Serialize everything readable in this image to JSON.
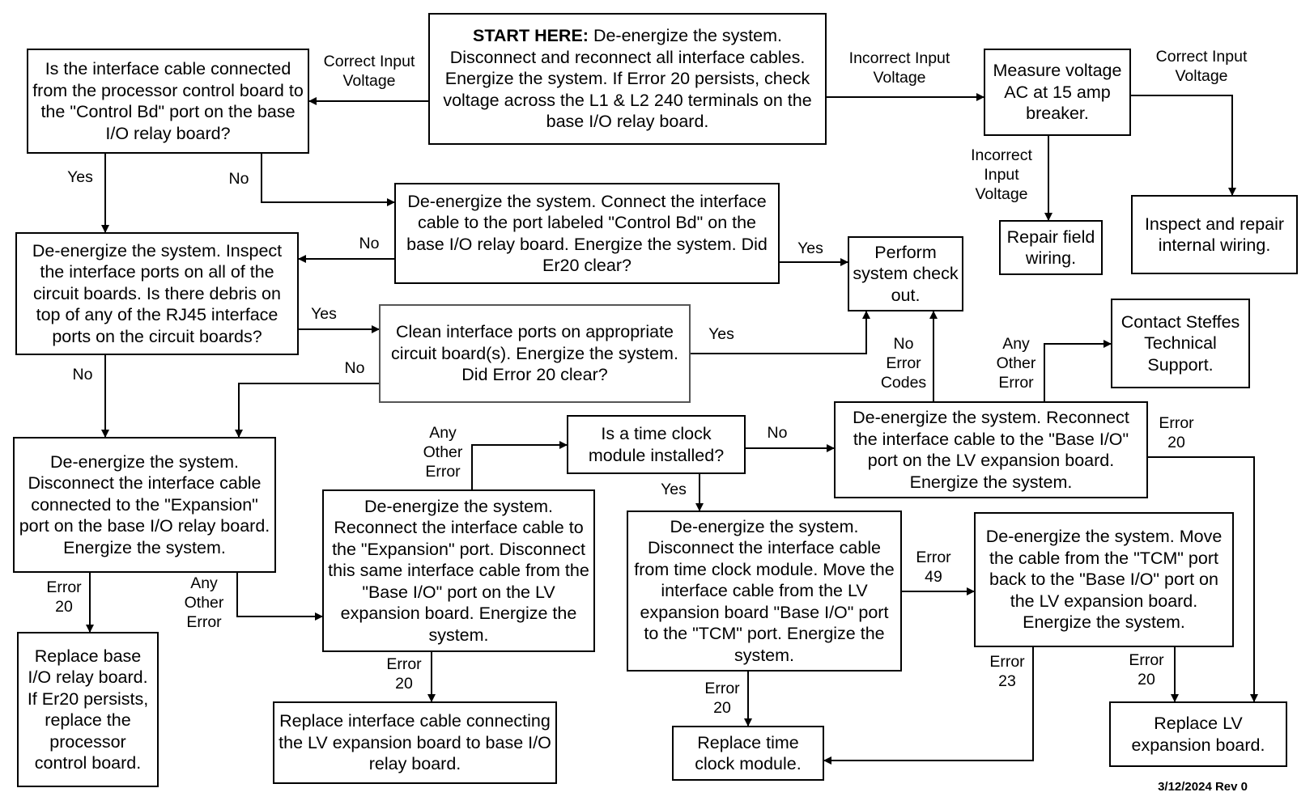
{
  "boxes": {
    "start": {
      "lead": "START HERE:",
      "text": "De-energize the system. Disconnect and reconnect all interface cables. Energize the system. If Error 20 persists, check voltage across the  L1 & L2 240 terminals on the base I/O relay board."
    },
    "cable_connected": {
      "text": "Is the interface cable connected from the processor control board to the \"Control Bd\" port on the base I/O relay board?"
    },
    "connect_control_bd": {
      "text": "De-energize the system. Connect the interface cable to the port labeled \"Control Bd\" on the base I/O relay board. Energize the system. Did Er20 clear?"
    },
    "measure_voltage": {
      "text": "Measure voltage AC at 15 amp breaker."
    },
    "repair_field": {
      "text": "Repair field wiring."
    },
    "inspect_internal": {
      "text": "Inspect and repair internal wiring."
    },
    "inspect_ports": {
      "text": "De-energize the system. Inspect the interface ports on all of the circuit boards. Is there debris on top of any of the RJ45 interface ports on the circuit boards?"
    },
    "perform_checkout": {
      "text": "Perform system check out."
    },
    "clean_ports": {
      "text": "Clean interface ports on appropriate circuit board(s). Energize the system. Did Error 20 clear?"
    },
    "contact_steffes": {
      "text": "Contact Steffes Technical Support."
    },
    "disconnect_expansion": {
      "text": "De-energize the system. Disconnect the interface cable connected to the \"Expansion\" port on the base I/O relay board. Energize the system."
    },
    "reconnect_expansion": {
      "text": "De-energize the system. Reconnect the interface cable to the \"Expansion\" port. Disconnect this same interface cable from the \"Base I/O\" port on the LV  expansion board. Energize the system."
    },
    "time_clock_q": {
      "text": "Is a time clock module installed?"
    },
    "reconnect_base_io": {
      "text": "De-energize the system. Reconnect the interface cable to the \"Base I/O\" port on the LV expansion board. Energize the system."
    },
    "move_to_tcm": {
      "text": "De-energize the system. Disconnect the interface cable from time clock module. Move the interface cable from the LV expansion board \"Base I/O\" port to the \"TCM\" port. Energize the system."
    },
    "move_back": {
      "text": "De-energize the system. Move the cable from the \"TCM\" port back to the \"Base I/O\" port on the LV expansion board. Energize the system."
    },
    "replace_base_io": {
      "text": "Replace base I/O relay board. If Er20 persists, replace the processor control board."
    },
    "replace_cable": {
      "text": "Replace interface cable connecting the LV expansion board to base I/O relay board."
    },
    "replace_time_clock": {
      "text": "Replace time clock module."
    },
    "replace_lv": {
      "text": "Replace LV expansion board."
    }
  },
  "labels": {
    "correct_input_voltage_1": "Correct Input Voltage",
    "incorrect_input_voltage_1": "Incorrect Input Voltage",
    "correct_input_voltage_2": "Correct Input Voltage",
    "incorrect_input_voltage_2": "Incorrect Input Voltage",
    "yes_1": "Yes",
    "no_1": "No",
    "no_2": "No",
    "yes_2": "Yes",
    "yes_3": "Yes",
    "yes_4": "Yes",
    "no_3": "No",
    "no_4": "No",
    "no_error_codes": "No Error Codes",
    "any_other_error_1": "Any Other Error",
    "any_other_error_2": "Any Other Error",
    "no_5": "No",
    "error_20_a": "Error 20",
    "any_other_error_3": "Any Other Error",
    "yes_5": "Yes",
    "error_20_b": "Error 20",
    "error_49": "Error 49",
    "error_20_c": "Error 20",
    "error_23": "Error 23",
    "error_20_d": "Error 20",
    "error_20_e": "Error 20"
  },
  "revision": "3/12/2024 Rev 0"
}
